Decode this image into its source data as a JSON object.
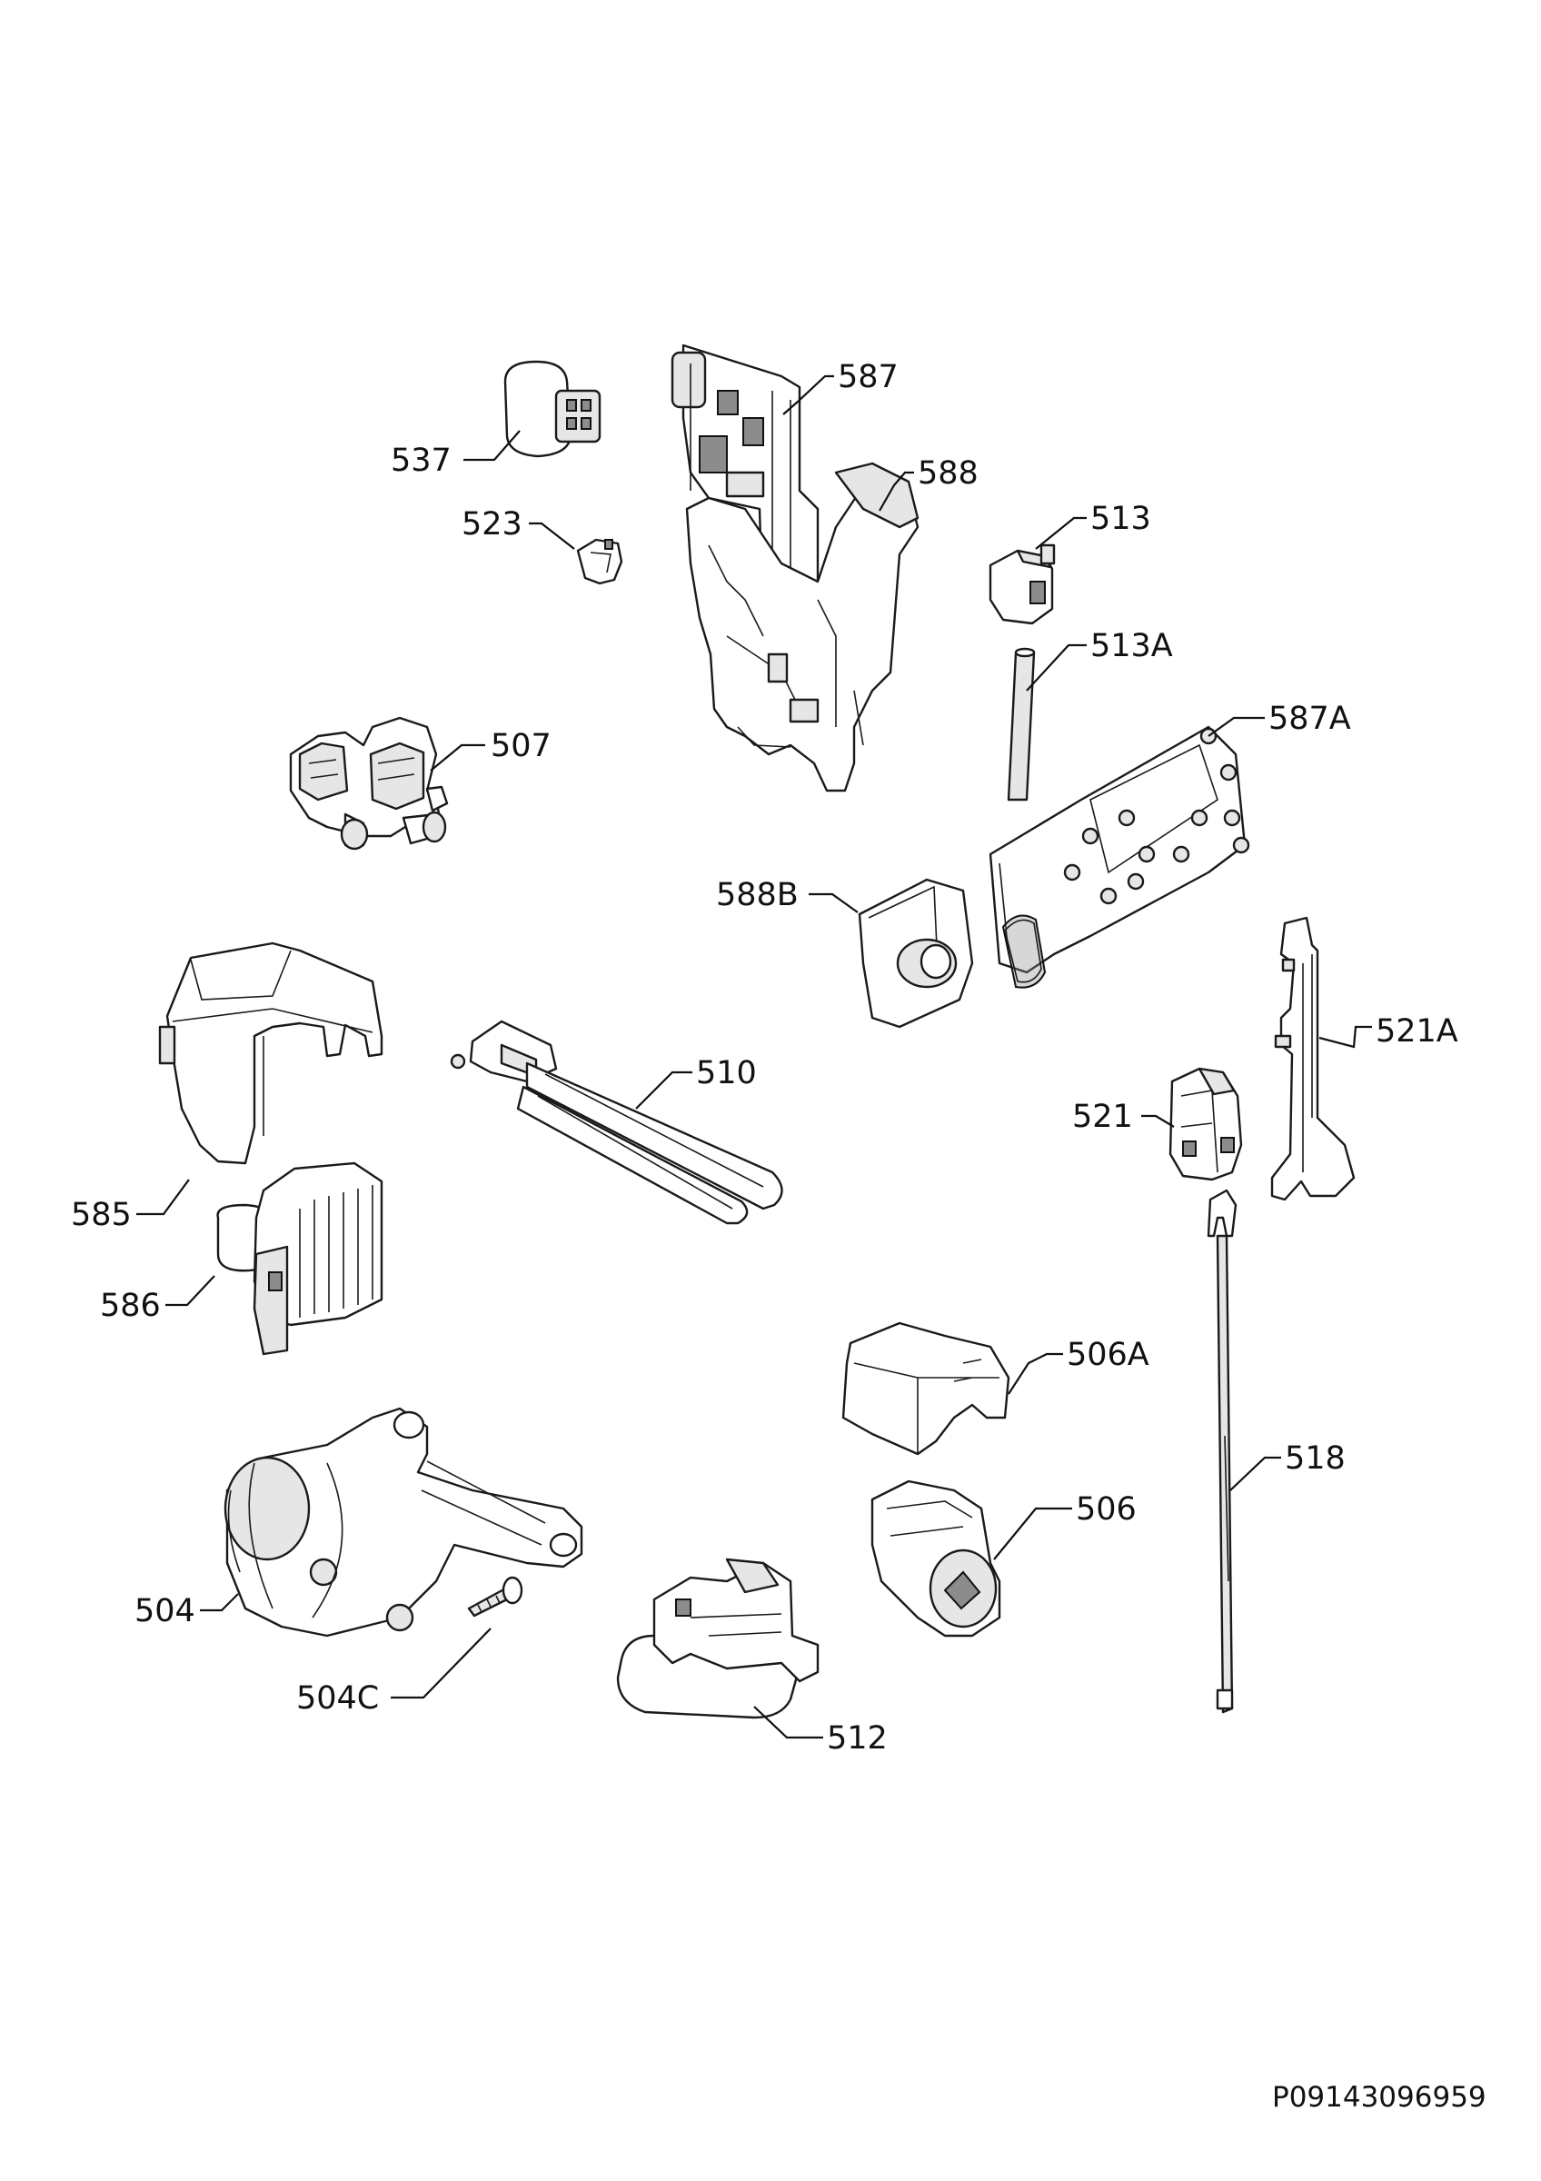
{
  "labels": {
    "p587": "587",
    "p588": "588",
    "p537": "537",
    "p523": "523",
    "p513": "513",
    "p513A": "513A",
    "p587A": "587A",
    "p507": "507",
    "p588B": "588B",
    "p521A": "521A",
    "p510": "510",
    "p521": "521",
    "p585": "585",
    "p586": "586",
    "p506A": "506A",
    "p518": "518",
    "p506": "506",
    "p504": "504",
    "p504C": "504C",
    "p512": "512"
  },
  "document_code": "P09143096959"
}
